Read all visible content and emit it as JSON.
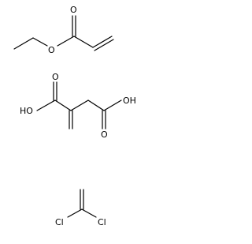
{
  "molecules": [
    {
      "name": "ethyl acrylate",
      "atoms": [
        {
          "id": "O_carbonyl",
          "label": "O"
        },
        {
          "id": "O_ester",
          "label": "O"
        }
      ]
    },
    {
      "name": "itaconic acid",
      "atoms": [
        {
          "id": "O_left",
          "label": "O"
        },
        {
          "id": "HO_left",
          "label": "HO"
        },
        {
          "id": "OH_right",
          "label": "OH"
        },
        {
          "id": "O_right_bottom",
          "label": "O"
        }
      ]
    },
    {
      "name": "1,1-dichloroethene",
      "atoms": [
        {
          "id": "Cl_left",
          "label": "Cl"
        },
        {
          "id": "Cl_right",
          "label": "Cl"
        }
      ]
    }
  ]
}
